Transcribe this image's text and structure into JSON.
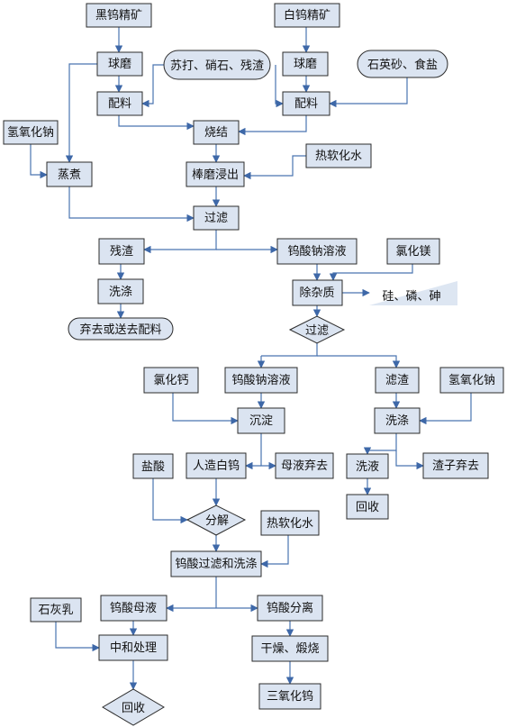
{
  "nodes": {
    "wolframite": "黑钨精矿",
    "scheelite": "白钨精矿",
    "ball_mill_1": "球磨",
    "ball_mill_2": "球磨",
    "additives_1": "苏打、硝石、残渣",
    "additives_2": "石英砂、食盐",
    "mix_1": "配料",
    "mix_2": "配料",
    "naoh_1": "氢氧化钠",
    "sinter": "烧结",
    "boil": "蒸煮",
    "hot_soft_water_1": "热软化水",
    "rod_mill_leach": "棒磨浸出",
    "filter_1": "过滤",
    "residue_1": "残渣",
    "tungstate_solution_1": "钨酸钠溶液",
    "mgcl2": "氯化镁",
    "wash_1": "洗涤",
    "purify": "除杂质",
    "si_p_as": "硅、磷、砷",
    "discard_or_mix": "弃去或送去配料",
    "filter_2": "过滤",
    "cacl2": "氯化钙",
    "tungstate_solution_2": "钨酸钠溶液",
    "filter_residue": "滤渣",
    "naoh_2": "氢氧化钠",
    "precipitate": "沉淀",
    "wash_2": "洗涤",
    "hcl": "盐酸",
    "artificial_scheelite": "人造白钨",
    "mother_liquor_discard": "母液弃去",
    "wash_liquid": "洗液",
    "slag_discard": "渣子弃去",
    "recover_1": "回收",
    "decompose": "分解",
    "hot_soft_water_2": "热软化水",
    "tungstic_filter_wash": "钨酸过滤和洗涤",
    "lime_milk": "石灰乳",
    "tungstic_mother": "钨酸母液",
    "tungstic_separate": "钨酸分离",
    "neutralize": "中和处理",
    "dry_calcine": "干燥、煅烧",
    "recover_2": "回收",
    "wo3": "三氧化钨"
  }
}
